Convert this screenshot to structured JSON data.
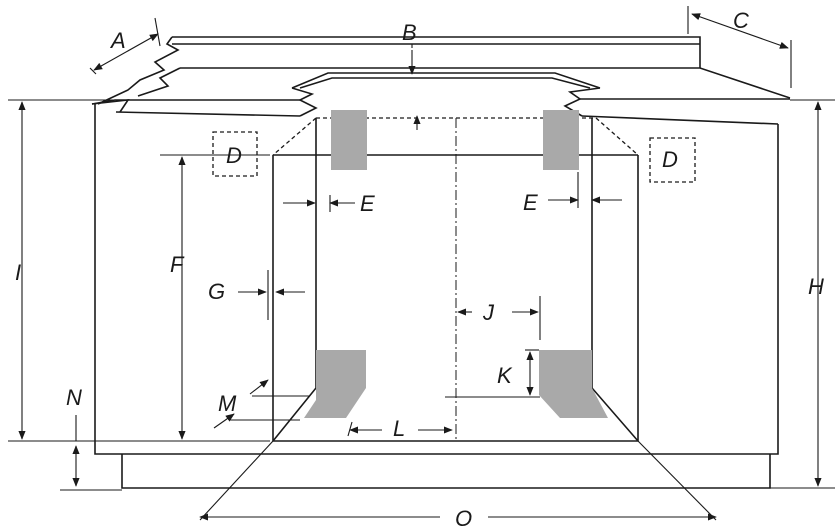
{
  "labels": {
    "A": "A",
    "B": "B",
    "C": "C",
    "D": "D",
    "E": "E",
    "F": "F",
    "G": "G",
    "H": "H",
    "I": "I",
    "J": "J",
    "K": "K",
    "L": "L",
    "M": "M",
    "N": "N",
    "O": "O"
  },
  "colors": {
    "line": "#1a1a1a",
    "shade": "#a9a9a9",
    "background": "#ffffff"
  }
}
